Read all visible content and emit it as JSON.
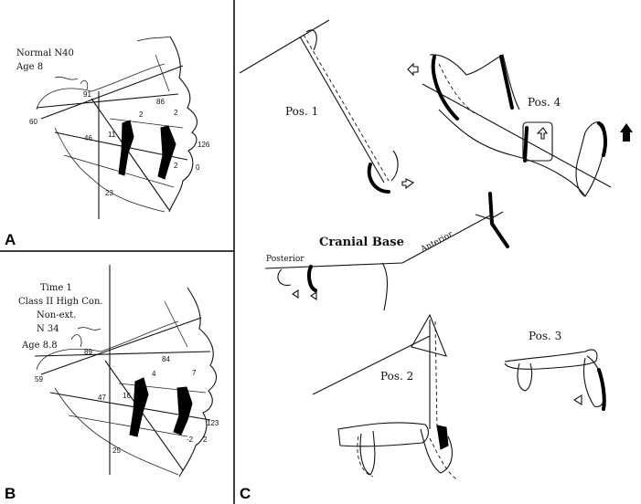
{
  "panels": {
    "A": {
      "letter": "A",
      "title_line1": "Normal  N40",
      "title_line2": "Age  8",
      "measurements": [
        "91",
        "86",
        "60",
        "46",
        "2",
        "11",
        "2",
        "2",
        "126",
        "0",
        "23"
      ]
    },
    "B": {
      "letter": "B",
      "lines": [
        "Time 1",
        "Class II High Con.",
        "Non-ext.",
        "N 34",
        "Age  8.8"
      ],
      "measurements": [
        "89",
        "84",
        "59",
        "4",
        "7",
        "47",
        "16",
        "123",
        "-2",
        "2",
        "25"
      ]
    },
    "C": {
      "letter": "C",
      "pos1": "Pos. 1",
      "pos2": "Pos. 2",
      "pos3": "Pos. 3",
      "pos4": "Pos. 4",
      "cranial_base": "Cranial Base",
      "posterior": "Posterior",
      "anterior": "Anterior"
    }
  },
  "colors": {
    "ink": "#111111",
    "background": "#ffffff"
  }
}
